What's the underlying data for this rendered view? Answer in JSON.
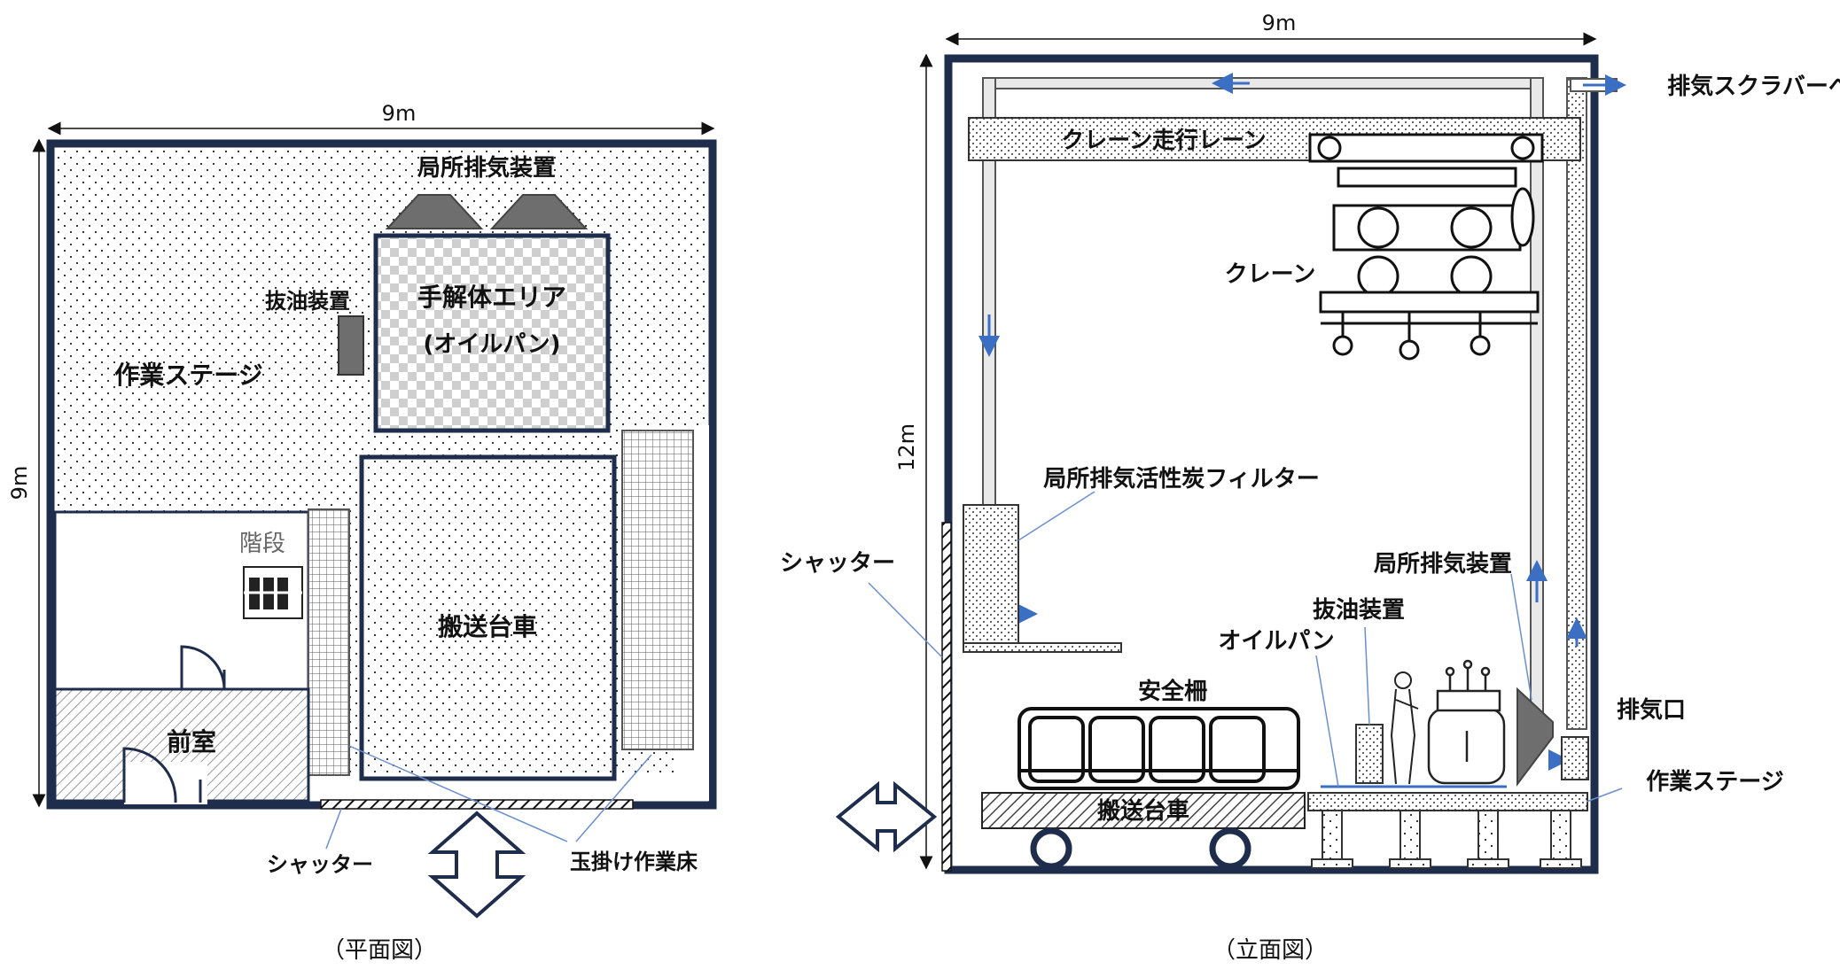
{
  "plan": {
    "width_label": "9m",
    "height_label": "9m",
    "local_exhaust": "局所排気装置",
    "oil_extractor": "抜油装置",
    "manual_area_line1": "手解体エリア",
    "manual_area_line2": "(オイルパン)",
    "work_stage": "作業ステージ",
    "stairs": "階段",
    "carrier": "搬送台車",
    "anteroom": "前室",
    "shutter": "シャッター",
    "rigging_floor": "玉掛け作業床",
    "caption": "（平面図）"
  },
  "elevation": {
    "width_label": "9m",
    "height_label": "12m",
    "to_scrubber": "排気スクラバーへ",
    "crane_lane": "クレーン走行レーン",
    "crane": "クレーン",
    "carbon_filter": "局所排気活性炭フィルター",
    "shutter": "シャッター",
    "local_exhaust": "局所排気装置",
    "oil_extractor": "抜油装置",
    "oil_pan": "オイルパン",
    "safety_fence": "安全柵",
    "exhaust_port": "排気口",
    "work_stage": "作業ステージ",
    "carrier": "搬送台車",
    "caption": "（立面図）"
  },
  "colors": {
    "wall": "#1f2d4d",
    "arrow_blue": "#3a6fc4",
    "hood_gray": "#6e6e6e"
  }
}
